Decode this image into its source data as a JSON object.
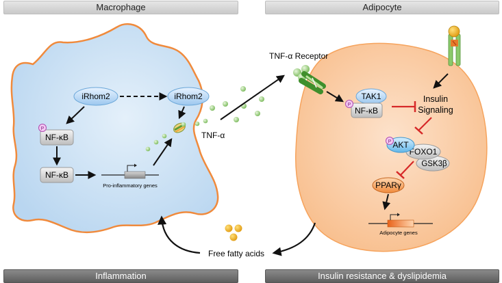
{
  "headers": {
    "macrophage": "Macrophage",
    "adipocyte": "Adipocyte",
    "inflammation": "Inflammation",
    "insulin_resistance": "Insulin resistance & dyslipidemia"
  },
  "macrophage": {
    "irhom2_left": "iRhom2",
    "irhom2_right": "iRhom2",
    "p_badge": "P",
    "nfkb_phospho": "NF-κB",
    "nfkb": "NF-κB",
    "gene_label": "Pro-inflammatory genes",
    "tnf_label": "TNF-α"
  },
  "adipocyte": {
    "receptor_label": "TNF-α Receptor",
    "tak1": "TAK1",
    "p_badge_nfkb": "P",
    "nfkb": "NF-κB",
    "insulin_line1": "Insulin",
    "insulin_line2": "Signaling",
    "p_badge_akt": "P",
    "akt": "AKT",
    "foxo1": "FOXO1",
    "gsk3b": "GSK3β",
    "ppar": "PPARγ",
    "gene_label": "Adipocyte genes"
  },
  "ffa_label": "Free fatty acids",
  "colors": {
    "macrophage_fill": "#cfe3f5",
    "macrophage_border": "#f08a3c",
    "adipocyte_fill": "#fbcaa1",
    "inhibit_red": "#d62828",
    "vesicle_green": "#8cc96b",
    "ffa_gold": "#f0b41c"
  }
}
